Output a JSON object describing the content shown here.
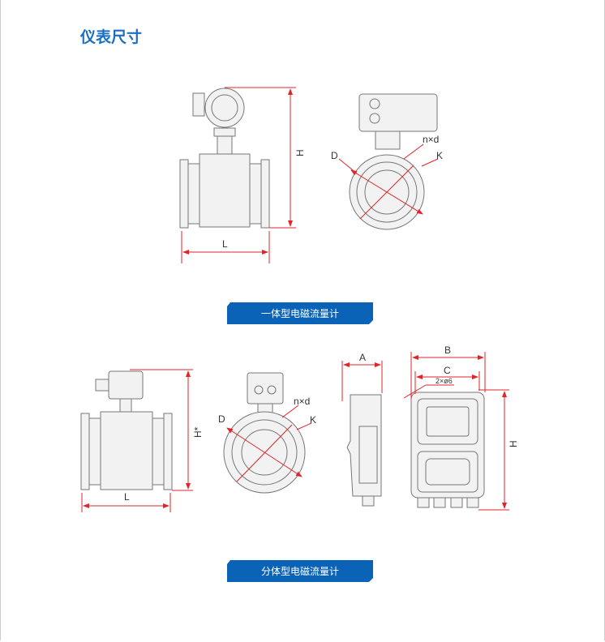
{
  "title": "仪表尺寸",
  "sections": [
    {
      "banner": "一体型电磁流量计",
      "labels": {
        "L": "L",
        "H": "H",
        "D": "D",
        "nd": "n×d",
        "K": "K"
      }
    },
    {
      "banner": "分体型电磁流量计",
      "labels": {
        "L": "L",
        "H": "H*",
        "D": "D",
        "nd": "n×d",
        "K": "K",
        "A": "A",
        "B": "B",
        "C": "C",
        "holes": "2×ø6",
        "H2": "H"
      }
    }
  ],
  "colors": {
    "accent": "#0b63b8",
    "dimension": "#e0252a"
  }
}
